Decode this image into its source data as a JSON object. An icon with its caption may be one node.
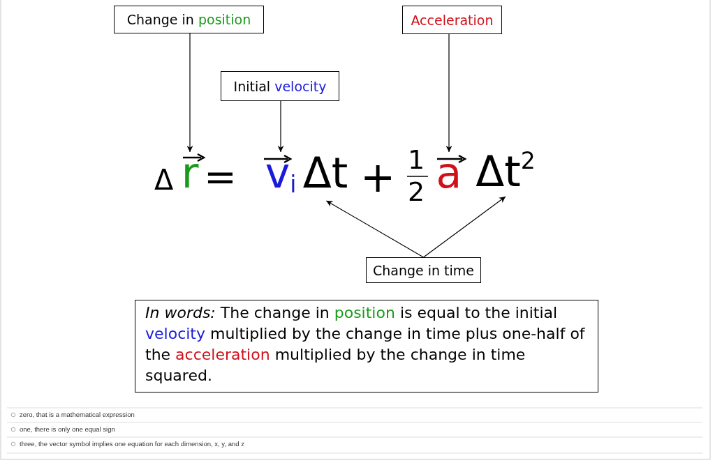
{
  "diagram": {
    "nodes": [
      {
        "text": [
          "Change in position"
        ]
      },
      {
        "text": [
          "Acceleration"
        ]
      },
      {
        "text": [
          "Initial velocity"
        ]
      },
      {
        "text": [
          "r"
        ]
      },
      {
        "text": [
          "v$_{i}$"
        ]
      },
      {
        "text": [
          "Δt"
        ]
      },
      {
        "text": [
          "a"
        ]
      },
      {
        "text": [
          "Δt$^{2}$"
        ]
      },
      {
        "text": [
          "Change in time"
        ]
      },
      {
        "text": [
          "*In words:*  The change in position is equal to the initial velocity multiplied by the change in time plus one-half of the acceleration multiplied by the change in time squared."
        ]
      }
    ],
    "edges": [
      {
        "from": 0,
        "to": 3,
        "arrow": "to"
      },
      {
        "from": 2,
        "to": 4,
        "arrow": "to"
      },
      {
        "from": 1,
        "to": 6,
        "arrow": "to"
      },
      {
        "from": 8,
        "to": 5,
        "arrow": "to"
      },
      {
        "from": 8,
        "to": 7,
        "arrow": "to"
      }
    ],
    "labels": [
      "Δ",
      "=",
      "+",
      "1",
      "2",
      "zero, that is a mathematical expression",
      "one, there is only one equal sign",
      "three, the vector symbol implies one equation for each dimension, x, y, and z"
    ]
  }
}
